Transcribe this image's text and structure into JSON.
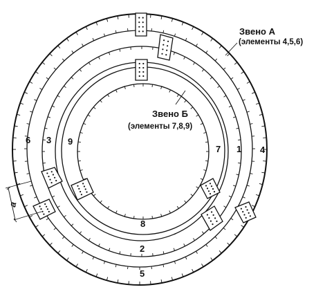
{
  "title": "",
  "link_a": {
    "name": "Звено А",
    "elements": "(элементы 4,5,6)"
  },
  "link_b": {
    "name": "Звено Б",
    "elements": "(элементы 7,8,9)"
  },
  "element_labels": {
    "e1": "1",
    "e2": "2",
    "e3": "3",
    "e4": "4",
    "e5": "5",
    "e6": "6",
    "e7": "7",
    "e8": "8",
    "e9": "9"
  },
  "dimension_label": "a",
  "colors": {
    "line": "#111111",
    "background": "#ffffff"
  }
}
